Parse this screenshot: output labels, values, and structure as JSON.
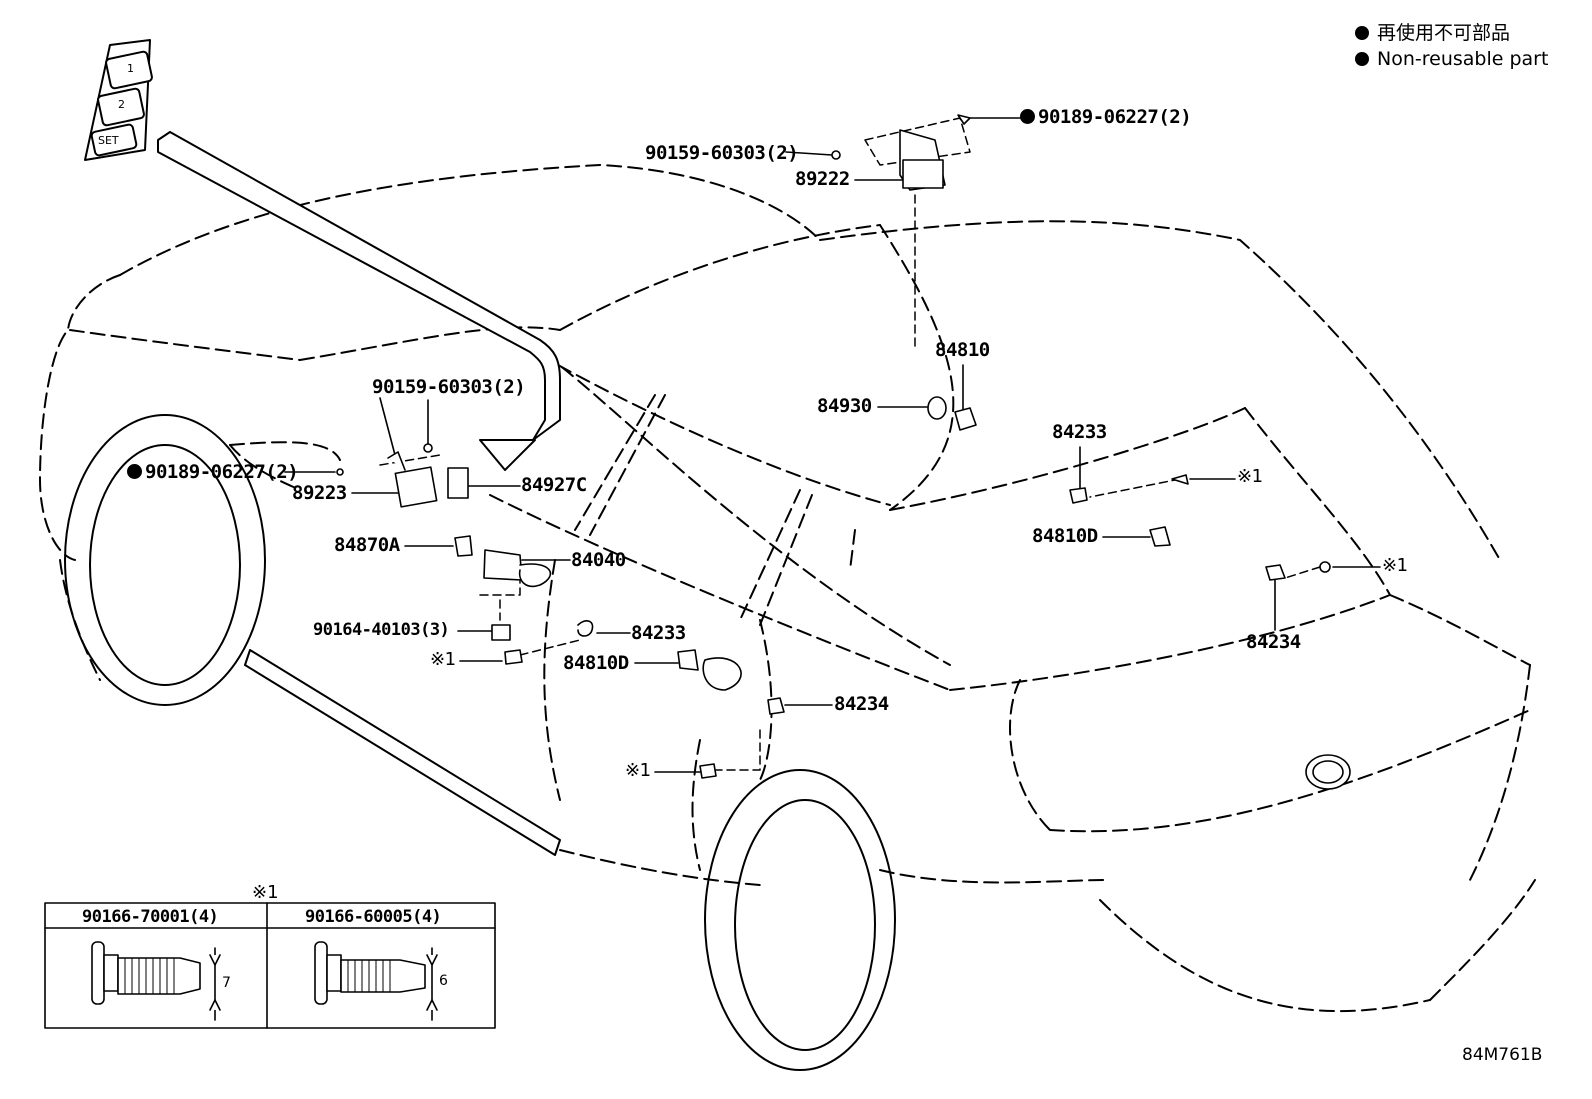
{
  "legend": {
    "jp": "再使用不可部品",
    "en": "Non-reusable part"
  },
  "callouts": {
    "c_90189_top": "90189-06227(2)",
    "c_90159_top": "90159-60303(2)",
    "c_89222": "89222",
    "c_84810": "84810",
    "c_84930": "84930",
    "c_84233_right": "84233",
    "c_x1_a": "※1",
    "c_84810D_right": "84810D",
    "c_x1_b": "※1",
    "c_84234_right": "84234",
    "c_90159_left": "90159-60303(2)",
    "c_90189_left": "90189-06227(2)",
    "c_89223": "89223",
    "c_84927C": "84927C",
    "c_84870A": "84870A",
    "c_84040": "84040",
    "c_90164": "90164-40103(3)",
    "c_84233_left": "84233",
    "c_x1_c": "※1",
    "c_84810D_left": "84810D",
    "c_84234_left": "84234",
    "c_x1_d": "※1"
  },
  "switch_panel": {
    "btn1": "1",
    "btn2": "2",
    "btn_set": "SET"
  },
  "bolt_table": {
    "note": "※1",
    "col1_part": "90166-70001(4)",
    "col1_dim": "7",
    "col2_part": "90166-60005(4)",
    "col2_dim": "6"
  },
  "diagram_code": "84M761B"
}
